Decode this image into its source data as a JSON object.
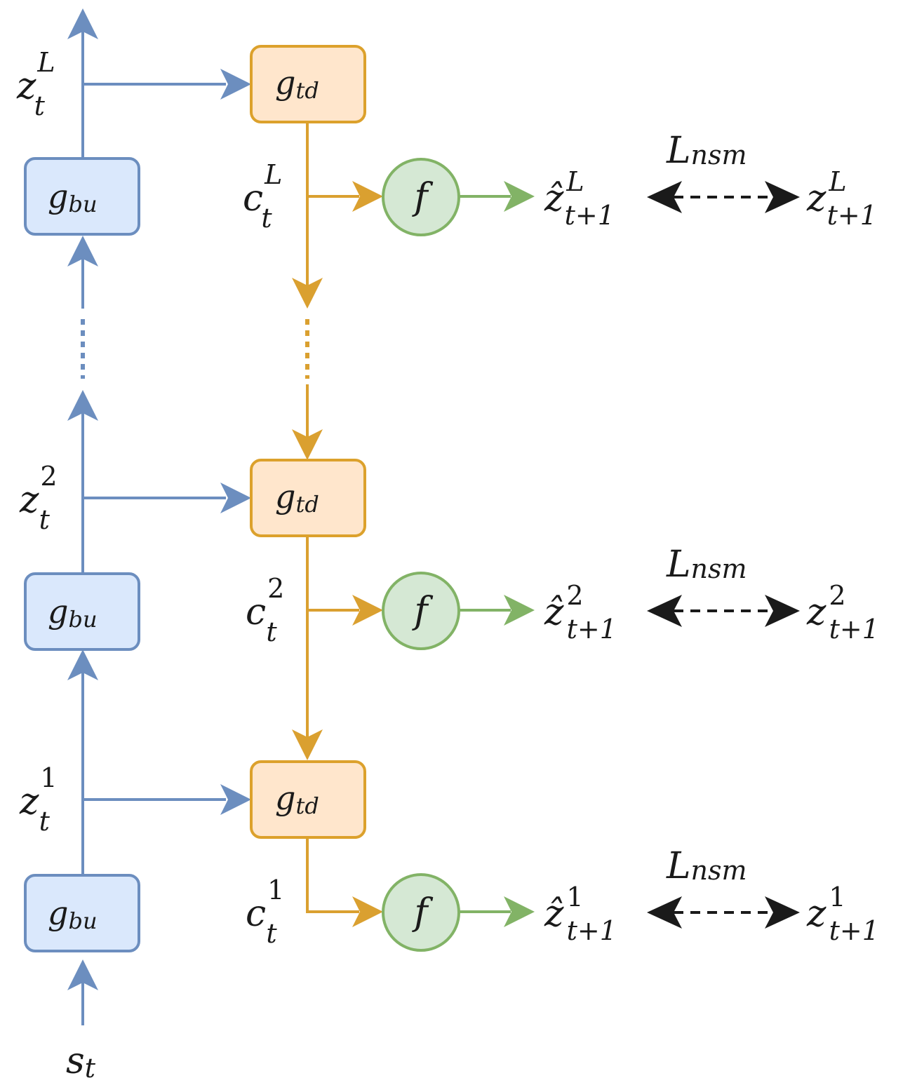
{
  "nodes": {
    "g_bu": {
      "base": "g",
      "sub": "bu"
    },
    "g_td": {
      "base": "g",
      "sub": "td"
    },
    "f": {
      "base": "f"
    }
  },
  "labels": {
    "z": "z",
    "c": "c",
    "zhat": "ẑ",
    "t": "t",
    "t_plus_1": "t+1",
    "L_level": "L",
    "level_2": "2",
    "level_1": "1",
    "loss_base": "L",
    "loss_sub": "nsm",
    "input_base": "s",
    "input_sub": "t"
  },
  "colors": {
    "bottom_up": "#6c8ebf",
    "top_down": "#daa030",
    "predictor": "#82b366",
    "loss": "#1a1a1a"
  }
}
